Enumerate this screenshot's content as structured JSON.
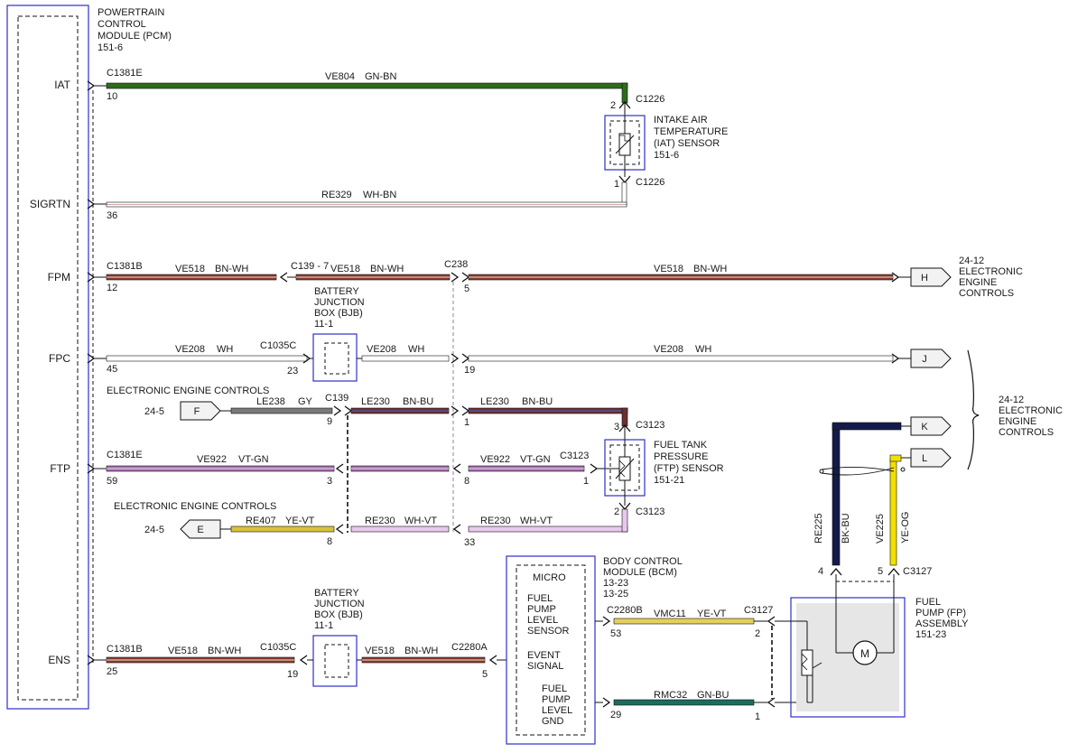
{
  "pcm": {
    "lines": [
      "POWERTRAIN",
      "CONTROL",
      "MODULE (PCM)",
      "151-6"
    ],
    "pins": {
      "iat": "IAT",
      "sigrtn": "SIGRTN",
      "fpm": "FPM",
      "fpc": "FPC",
      "ftp": "FTP",
      "ens": "ENS"
    }
  },
  "connectors": {
    "c1381e_a": "C1381E",
    "c1381b_a": "C1381B",
    "c1381e_b": "C1381E",
    "c1381b_b": "C1381B",
    "c1226_top": "C1226",
    "c1226_bot": "C1226",
    "c139_7": "C139 - 7",
    "c238": "C238",
    "c1035c_a": "C1035C",
    "c139": "C139",
    "c3123_top": "C3123",
    "c3123_mid": "C3123",
    "c3123_bot": "C3123",
    "c1035c_b": "C1035C",
    "c2280a": "C2280A",
    "c2280b": "C2280B",
    "c3127_a": "C3127",
    "c3127_b": "C3127"
  },
  "wires": {
    "iat": {
      "circuit": "VE804",
      "color": "GN-BN",
      "hex": "#2e6b1e"
    },
    "sigrtn": {
      "circuit": "RE329",
      "color": "WH-BN",
      "hex": "#ffffff"
    },
    "fpm_1": {
      "circuit": "VE518",
      "color": "BN-WH",
      "hex": "#8a3a2c"
    },
    "fpm_2": {
      "circuit": "VE518",
      "color": "BN-WH",
      "hex": "#8a3a2c"
    },
    "fpm_3": {
      "circuit": "VE518",
      "color": "BN-WH",
      "hex": "#8a3a2c"
    },
    "fpc_1": {
      "circuit": "VE208",
      "color": "WH",
      "hex": "#ffffff"
    },
    "fpc_2": {
      "circuit": "VE208",
      "color": "WH",
      "hex": "#ffffff"
    },
    "fpc_3": {
      "circuit": "VE208",
      "color": "WH",
      "hex": "#ffffff"
    },
    "le238": {
      "circuit": "LE238",
      "color": "GY",
      "hex": "#7a7a7a"
    },
    "le230_1": {
      "circuit": "LE230",
      "color": "BN-BU",
      "hex": "#6b3030"
    },
    "le230_2": {
      "circuit": "LE230",
      "color": "BN-BU",
      "hex": "#6b3030"
    },
    "ve922_1": {
      "circuit": "VE922",
      "color": "VT-GN",
      "hex": "#a46fb0"
    },
    "ve922_2": {
      "circuit": "VE922",
      "color": "VT-GN",
      "hex": "#a46fb0"
    },
    "re407": {
      "circuit": "RE407",
      "color": "YE-VT",
      "hex": "#d9c23a"
    },
    "re230_1": {
      "circuit": "RE230",
      "color": "WH-VT",
      "hex": "#e8c8ec"
    },
    "re230_2": {
      "circuit": "RE230",
      "color": "WH-VT",
      "hex": "#e8c8ec"
    },
    "ens_1": {
      "circuit": "VE518",
      "color": "BN-WH",
      "hex": "#8a3a2c"
    },
    "ens_2": {
      "circuit": "VE518",
      "color": "BN-WH",
      "hex": "#8a3a2c"
    },
    "vmc11": {
      "circuit": "VMC11",
      "color": "YE-VT",
      "hex": "#e6cf5a"
    },
    "rmc32": {
      "circuit": "RMC32",
      "color": "GN-BU",
      "hex": "#1f6b5c"
    },
    "re225": {
      "circuit": "RE225",
      "color": "BK-BU",
      "hex": "#141a4a"
    },
    "ve225": {
      "circuit": "VE225",
      "color": "YE-OG",
      "hex": "#f2e000"
    }
  },
  "pins": {
    "p10": "10",
    "p36": "36",
    "p12": "12",
    "p45": "45",
    "p59": "59",
    "p25": "25",
    "p2_iat": "2",
    "p1_iat": "1",
    "p5_c238": "5",
    "p23": "23",
    "p19_fpc": "19",
    "p9": "9",
    "p1_le230": "1",
    "p3_ve922": "3",
    "p8_ve922": "8",
    "p8_re407": "8",
    "p33": "33",
    "p3_ftp": "3",
    "p1_ftp": "1",
    "p2_ftp": "2",
    "p19_ens": "19",
    "p5_ens": "5",
    "p53": "53",
    "p29": "29",
    "p2_c3127": "2",
    "p1_c3127": "1",
    "p4": "4",
    "p5_fp": "5"
  },
  "components": {
    "iat_sensor": [
      "INTAKE AIR",
      "TEMPERATURE",
      "(IAT) SENSOR",
      "151-6"
    ],
    "bjb_top": [
      "BATTERY",
      "JUNCTION",
      "BOX (BJB)",
      "11-1"
    ],
    "bjb_bottom": [
      "BATTERY",
      "JUNCTION",
      "BOX (BJB)",
      "11-1"
    ],
    "ftp_sensor": [
      "FUEL TANK",
      "PRESSURE",
      "(FTP) SENSOR",
      "151-21"
    ],
    "bcm": [
      "BODY CONTROL",
      "MODULE (BCM)",
      "13-23",
      "13-25"
    ],
    "fp_assembly": [
      "FUEL",
      "PUMP (FP)",
      "ASSEMBLY",
      "151-23"
    ],
    "eec_right_top": [
      "24-12",
      "ELECTRONIC",
      "ENGINE",
      "CONTROLS"
    ],
    "eec_right_mid": [
      "24-12",
      "ELECTRONIC",
      "ENGINE",
      "CONTROLS"
    ],
    "eec_label_f": "ELECTRONIC ENGINE CONTROLS",
    "eec_label_e": "ELECTRONIC ENGINE CONTROLS"
  },
  "bcm_internal": {
    "micro": "MICRO",
    "fpls": [
      "FUEL",
      "PUMP",
      "LEVEL",
      "SENSOR"
    ],
    "event": [
      "EVENT",
      "SIGNAL"
    ],
    "gnd": [
      "FUEL",
      "PUMP",
      "LEVEL",
      "GND"
    ]
  },
  "offpage": {
    "H": "H",
    "J": "J",
    "K": "K",
    "L": "L",
    "F": "F",
    "E": "E",
    "ref_f": "24-5",
    "ref_e": "24-5"
  },
  "motor_symbol": "M"
}
